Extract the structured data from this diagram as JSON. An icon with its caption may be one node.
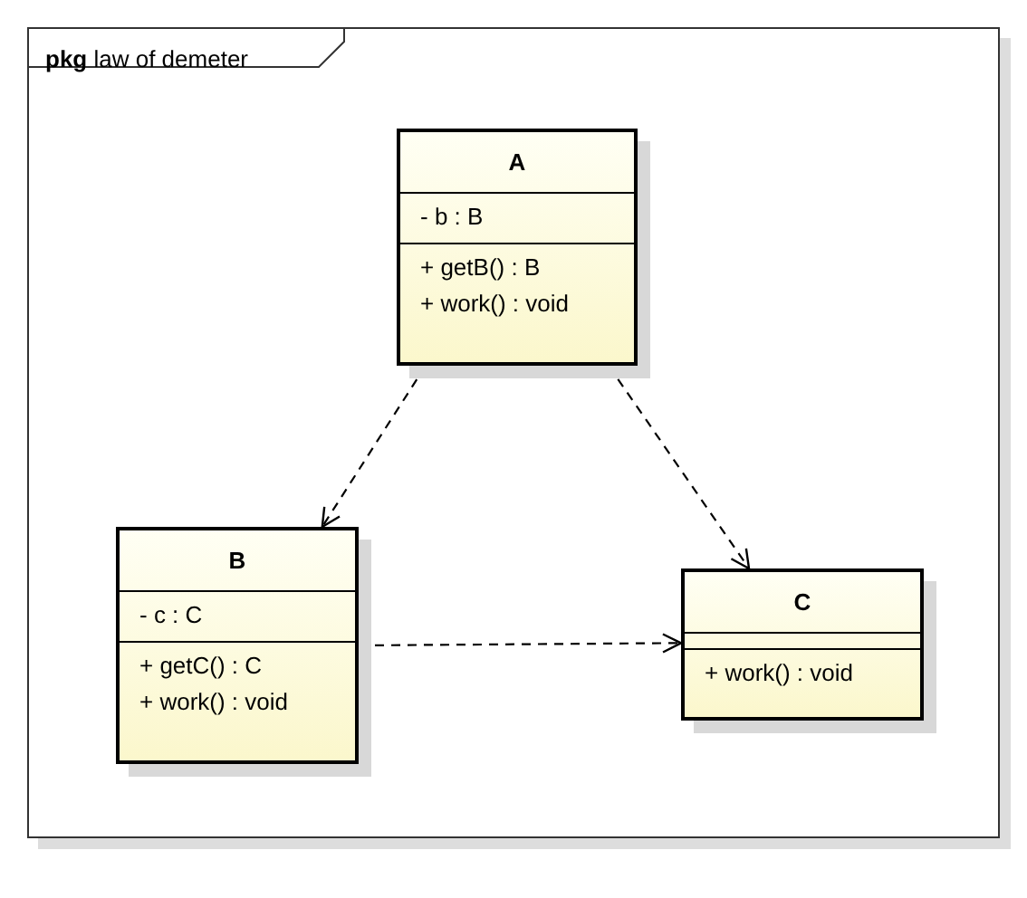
{
  "diagram": {
    "nodes": [
      {
        "text": [
          "**pkg** law of demeter"
        ]
      },
      {
        "text": [
          "A",
          "- b : B",
          "+ getB() : B",
          "+ work() : void"
        ],
        "in": 0
      },
      {
        "text": [
          "B",
          "- c : C",
          "+ getC() : C",
          "+ work() : void"
        ],
        "in": 0
      },
      {
        "text": [
          "C",
          "+ work() : void"
        ],
        "in": 0
      }
    ],
    "edges": [
      {
        "from": 1,
        "to": 2,
        "arrow": "to",
        "style": "dashed"
      },
      {
        "from": 1,
        "to": 3,
        "arrow": "to",
        "style": "dashed"
      },
      {
        "from": 2,
        "to": 3,
        "arrow": "to",
        "style": "dashed"
      }
    ]
  }
}
